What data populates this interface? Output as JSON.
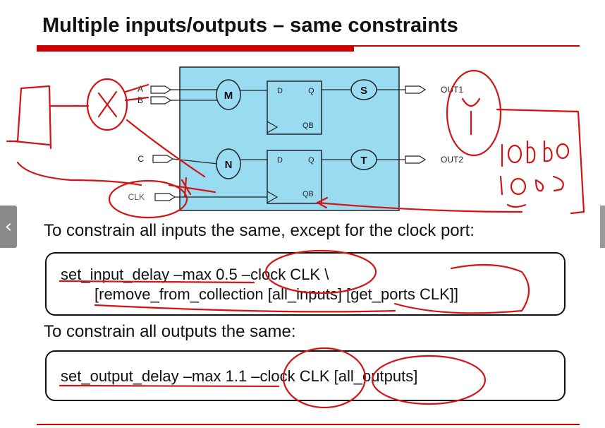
{
  "slide": {
    "title": "Multiple inputs/outputs – same constraints",
    "caption_inputs": "To constrain all inputs the same, except for the clock port:",
    "caption_outputs": "To constrain all outputs the same:",
    "code_inputs_line1": "set_input_delay –max 0.5 –clock CLK  \\",
    "code_inputs_line2": "[remove_from_collection [all_inputs] [get_ports CLK]]",
    "code_outputs_line1": "set_output_delay –max 1.1 –clock CLK [all_outputs]"
  },
  "diagram": {
    "input_ports": [
      "A",
      "B",
      "C",
      "CLK"
    ],
    "output_ports": [
      "OUT1",
      "OUT2"
    ],
    "blocks": [
      "M",
      "N",
      "S",
      "T"
    ],
    "flop_labels": {
      "d": "D",
      "q": "Q",
      "qb": "QB"
    },
    "block_color": "#99dcf2"
  },
  "annotations": {
    "ink_color": "#d41414",
    "handwritten": [
      "X",
      "Y",
      "10010",
      "1000"
    ]
  },
  "colors": {
    "accent": "#cc0000",
    "text": "#111111"
  },
  "nav": {
    "prev_icon": "chevron-left-icon"
  }
}
